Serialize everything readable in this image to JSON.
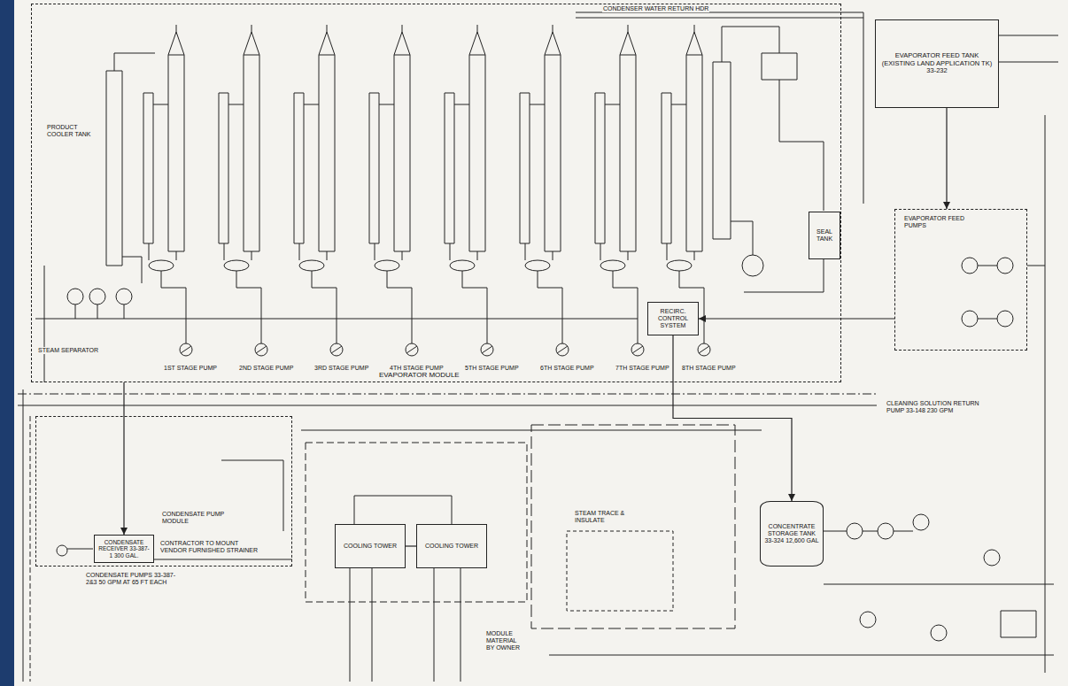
{
  "diagram": {
    "nodes": [
      {
        "text": [
          "EVAPORATOR MODULE"
        ]
      },
      {
        "text": [
          "SEAL TANK"
        ],
        "in": 0
      },
      {
        "text": [
          "RECIRC. CONTROL SYSTEM"
        ],
        "in": 0
      },
      {
        "text": [
          "EVAPORATOR FEED TANK (EXISTING LAND APPLICATION TK) 33-232"
        ]
      },
      {
        "text": [
          "EVAPORATOR FEED PUMPS"
        ]
      },
      {
        "text": [
          "CONDENSATE PUMP MODULE"
        ]
      },
      {
        "text": [
          "CONDENSATE RECEIVER 33-387-1 300 GAL."
        ],
        "in": 5
      },
      {
        "text": [
          "COOLING TOWER"
        ]
      },
      {
        "text": [
          "COOLING TOWER"
        ]
      },
      {
        "text": [
          "CONCENTRATE STORAGE TANK 33-324 12,600 GAL"
        ]
      }
    ],
    "edges": [
      {
        "from": 3,
        "to": 4,
        "arrow": "to"
      },
      {
        "from": 4,
        "to": 2,
        "arrow": "to"
      },
      {
        "from": 0,
        "to": 6,
        "arrow": "to"
      },
      {
        "from": 7,
        "to": 8,
        "arrow": "none"
      },
      {
        "from": 2,
        "to": 9,
        "arrow": "to"
      }
    ],
    "labels": [
      "CONDENSER WATER RETURN HDR",
      "PRODUCT COOLER TANK",
      "STEAM SEPARATOR",
      "1ST STAGE PUMP",
      "2ND STAGE PUMP",
      "3RD STAGE PUMP",
      "4TH STAGE PUMP",
      "5TH STAGE PUMP",
      "6TH STAGE PUMP",
      "7TH STAGE PUMP",
      "8TH STAGE PUMP",
      "CONDENSATE PUMPS 33-387-2&3 50 GPM AT 65 FT EACH",
      "CLEANING SOLUTION RETURN PUMP 33-148 230 GPM",
      "MODULE MATERIAL BY OWNER",
      "STEAM TRACE & INSULATE",
      "CONTRACTOR TO MOUNT VENDOR FURNISHED STRAINER"
    ]
  }
}
